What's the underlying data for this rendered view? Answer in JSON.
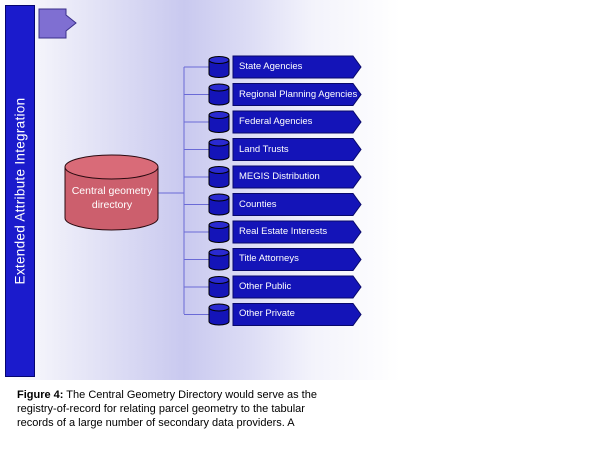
{
  "sidebar": {
    "title": "Extended Attribute Integration"
  },
  "central": {
    "label_line1": "Central geometry",
    "label_line2": "directory"
  },
  "targets": [
    "State Agencies",
    "Regional Planning Agencies",
    "Federal Agencies",
    "Land Trusts",
    "MEGIS  Distribution",
    "Counties",
    "Real Estate Interests",
    "Title Attorneys",
    "Other Public",
    "Other Private"
  ],
  "caption": {
    "figure_label": "Figure 4:",
    "line1": " The Central Geometry Directory would serve as the",
    "line2": "registry-of-record for relating parcel geometry to the tabular",
    "line3": "records of a large number of secondary data providers.  A"
  },
  "colors": {
    "sidebar": "#1b1bcc",
    "cylinder_pink": "#cc5f6d",
    "arrow_blue": "#1414b8",
    "connector": "#6a6ad6"
  }
}
